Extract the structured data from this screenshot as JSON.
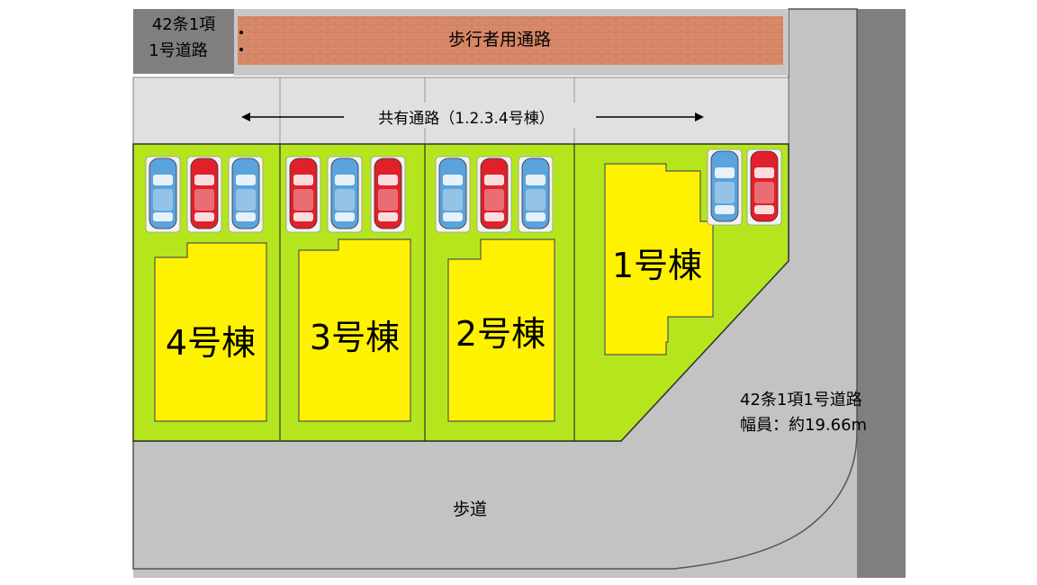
{
  "labels": {
    "road_top_left_line1": "42条1項",
    "road_top_left_line2": "1号道路",
    "pedestrian_path": "歩行者用通路",
    "shared_path": "共有通路（1.2.3.4号棟）",
    "building_4": "4号棟",
    "building_3": "3号棟",
    "building_2": "2号棟",
    "building_1": "1号棟",
    "road_right_line1": "42条1項1号道路",
    "road_right_line2": "幅員：約19.66m",
    "sidewalk": "歩道"
  },
  "colors": {
    "lot_green": "#b5e61d",
    "building_yellow": "#fff200",
    "road_gray": "#c3c3c3",
    "road_dark": "#7f7f7f",
    "pedestrian_brick": "#d98a6a",
    "shared_path": "#e0e0e0",
    "car_red": "#e0202a",
    "car_blue": "#5ba3dc"
  },
  "cars": {
    "lot4": [
      "blue",
      "red",
      "blue"
    ],
    "lot3": [
      "red",
      "blue",
      "red"
    ],
    "lot2": [
      "blue",
      "red",
      "blue"
    ],
    "lot1": [
      "blue",
      "red"
    ]
  }
}
